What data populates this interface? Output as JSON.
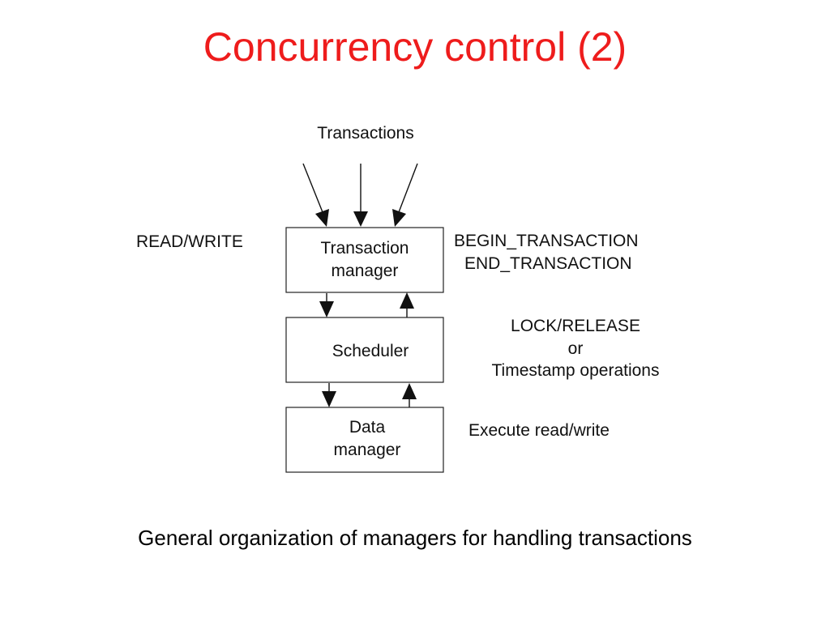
{
  "slide": {
    "title": "Concurrency control (2)",
    "caption": "General organization of managers for handling transactions"
  },
  "diagram": {
    "input_label": "Transactions",
    "boxes": {
      "transaction_manager": [
        "Transaction",
        "manager"
      ],
      "scheduler": [
        "Scheduler"
      ],
      "data_manager": [
        "Data",
        "manager"
      ]
    },
    "left_labels": {
      "read_write": "READ/WRITE"
    },
    "right_labels": {
      "transaction_ops": [
        "BEGIN_TRANSACTION",
        "END_TRANSACTION"
      ],
      "scheduler_ops": [
        "LOCK/RELEASE",
        "or",
        "Timestamp operations"
      ],
      "data_ops": [
        "Execute read/write"
      ]
    }
  }
}
